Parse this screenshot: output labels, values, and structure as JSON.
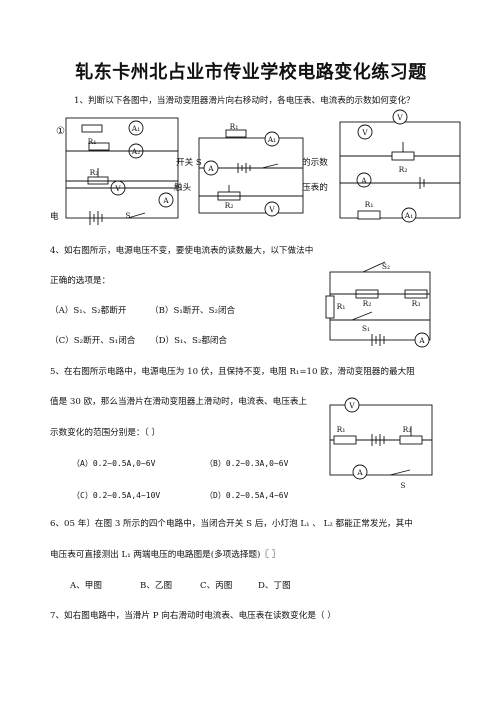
{
  "title": "轧东卡州北占业市传业学校电路变化练习题",
  "q1": {
    "stem": "1、判断以下各图中，当滑动变阻器滑片向右移动时，各电压表、电流表的示数如何变化？",
    "marker": "①",
    "frag_left_bottom": "电",
    "frag_mid1": "开关 S",
    "frag_mid2": "触头",
    "frag_mid3": "的示数",
    "frag_mid4": "压表的",
    "labels": {
      "a1": "A₁",
      "a2": "A₂",
      "a": "A",
      "v": "V",
      "r1": "R₁",
      "r2": "R₂",
      "s": "S"
    }
  },
  "q4": {
    "line1": "4、如右图所示，电源电压不变，要使电流表的读数最大，以下做法中",
    "line2": "正确的选项是：",
    "optA": "（A）S₁、S₂都断开",
    "optB": "（B）S₁断开、S₂闭合",
    "optC": "（C）S₂断开、S₁闭合",
    "optD": "（D）S₁、S₂都闭合",
    "labels": {
      "s1": "S₁",
      "s2": "S₂",
      "r1": "R₁",
      "r2": "R₂",
      "r3": "R₃",
      "a": "A"
    }
  },
  "q5": {
    "line1": "5、在右图所示电路中，电源电压为 10 伏，且保持不变，电阻 R₁=10 欧，滑动变阻器的最大阻",
    "line2": "值是 30 欧，那么当滑片在滑动变阻器上滑动时，电流表、电压表上",
    "line3": "示数变化的范围分别是：〔        〕",
    "optA": "（A）0.2~0.5A,0~6V",
    "optB": "（B）0.2~0.3A,0~6V",
    "optC": "（C）0.2~0.5A,4~10V",
    "optD": "（D）0.2~0.5A,4~6V",
    "labels": {
      "v": "V",
      "r1": "R₁",
      "r2": "R₂",
      "a": "A",
      "s": "S"
    }
  },
  "q6": {
    "line1": "6、05 年〕在图 3 所示的四个电路中，当闭合开关 S 后，小灯泡 L₁ 、 L₂ 都能正常发光，其中",
    "line2": "电压表可直接测出 L₁ 两端电压的电路图是(多项选择题)〖        〗",
    "opts": [
      "A、甲图",
      "B、乙图",
      "C、丙图",
      "D、丁图"
    ]
  },
  "q7": {
    "line1": "7、如右图电路中，当滑片 P 向右滑动时电流表、电压表在读数变化是（        ）"
  }
}
